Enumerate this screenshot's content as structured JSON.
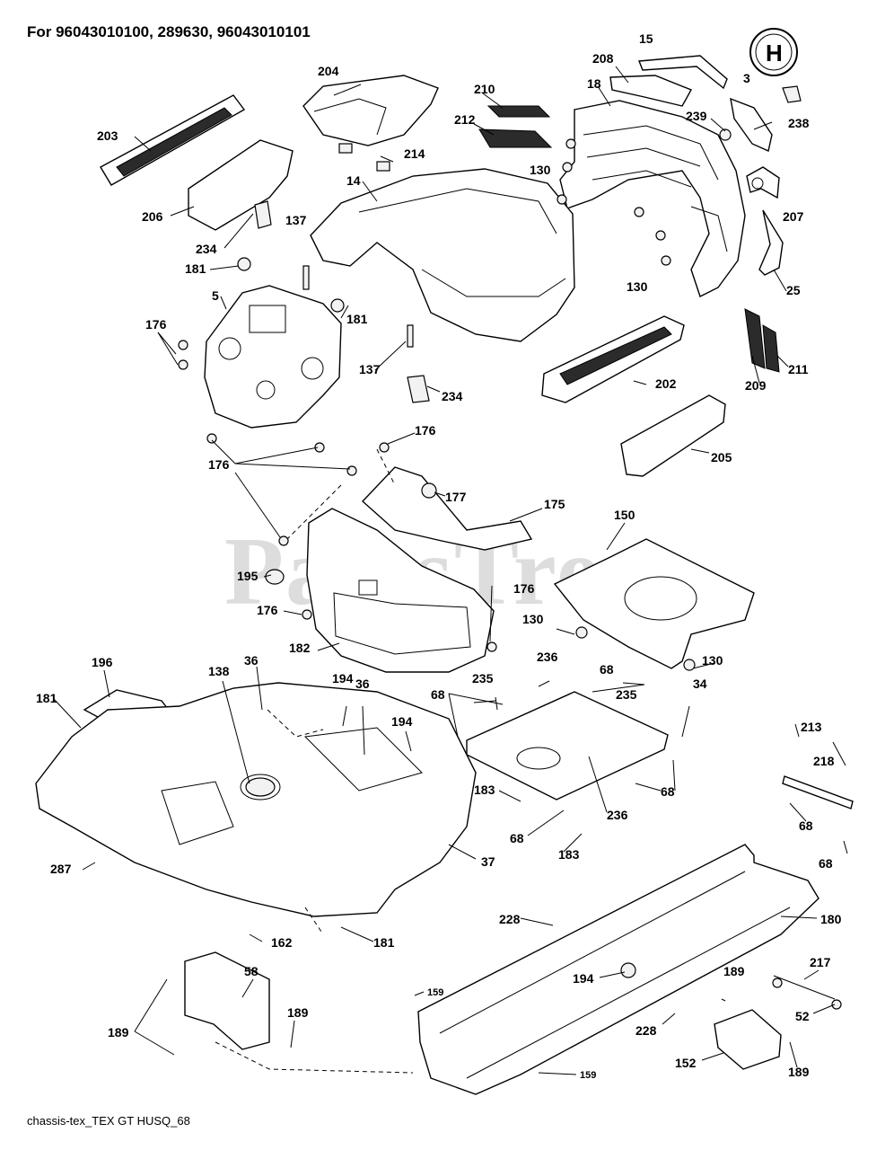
{
  "header": {
    "title": "For 96043010100, 289630, 96043010101"
  },
  "footer": {
    "caption": "chassis-tex_TEX GT HUSQ_68"
  },
  "watermark": {
    "text": "PartsTree"
  },
  "logo": {
    "glyph": "H",
    "icon": "husqvarna-crown-logo"
  },
  "callouts": {
    "c15": "15",
    "c3": "3",
    "c204": "204",
    "c208": "208",
    "c210": "210",
    "c212": "212",
    "c18": "18",
    "c239": "239",
    "c238": "238",
    "c203": "203",
    "c214": "214",
    "c130a": "130",
    "c206": "206",
    "c14": "14",
    "c137a": "137",
    "c234a": "234",
    "c207": "207",
    "c181a": "181",
    "c5": "5",
    "c181b": "181",
    "c130b": "130",
    "c25": "25",
    "c176a": "176",
    "c137b": "137",
    "c234b": "234",
    "c202": "202",
    "c209": "209",
    "c211": "211",
    "c176b": "176",
    "c176c": "176",
    "c205": "205",
    "c177": "177",
    "c175": "175",
    "c150": "150",
    "c195": "195",
    "c176d": "176",
    "c176e": "176",
    "c130c": "130",
    "c182": "182",
    "c236a": "236",
    "c235a": "235",
    "c68a": "68",
    "c130d": "130",
    "c196": "196",
    "c138": "138",
    "c36a": "36",
    "c194a": "194",
    "c36b": "36",
    "c194b": "194",
    "c68b": "68",
    "c235b": "235",
    "c34": "34",
    "c181c": "181",
    "c213": "213",
    "c218": "218",
    "c183a": "183",
    "c68c": "68",
    "c68d": "68",
    "c236b": "236",
    "c68e": "68",
    "c183b": "183",
    "c287": "287",
    "c37": "37",
    "c68f": "68",
    "c228a": "228",
    "c180": "180",
    "c162": "162",
    "c181d": "181",
    "c58": "58",
    "c194c": "194",
    "c189a": "189",
    "c217": "217",
    "c159a": "159",
    "c189b": "189",
    "c228b": "228",
    "c52": "52",
    "c189c": "189",
    "c152": "152",
    "c189d": "189",
    "c159b": "159"
  }
}
